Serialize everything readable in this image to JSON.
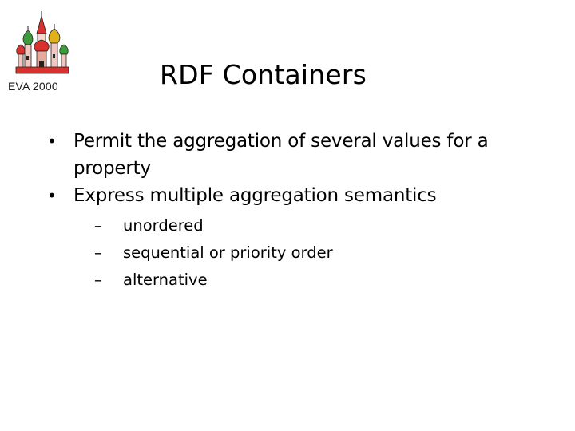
{
  "logo": {
    "caption": "EVA 2000",
    "icon": "cathedral-icon"
  },
  "slide": {
    "title": "RDF Containers",
    "bullets": [
      "Permit the aggregation of several values for a property",
      "Express multiple aggregation semantics"
    ],
    "sub_bullets": [
      "unordered",
      "sequential or priority order",
      "alternative"
    ]
  },
  "colors": {
    "logo_red": "#d9322e",
    "logo_green": "#3d9a3d",
    "logo_yellow": "#e0b21a"
  }
}
